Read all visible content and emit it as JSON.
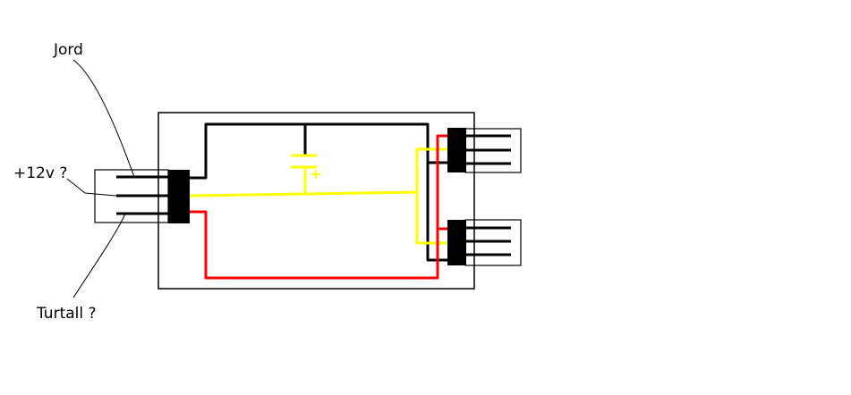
{
  "labels": {
    "ground": "Jord",
    "plus12v": "+12v ?",
    "speed": "Turtall ?"
  },
  "capacitor_polarity": "+",
  "colors": {
    "background": "#ffffff",
    "outline": "#000000",
    "black_wire": "#000000",
    "yellow_wire": "#ffff00",
    "red_wire": "#ff0000",
    "connector": "#000000"
  }
}
